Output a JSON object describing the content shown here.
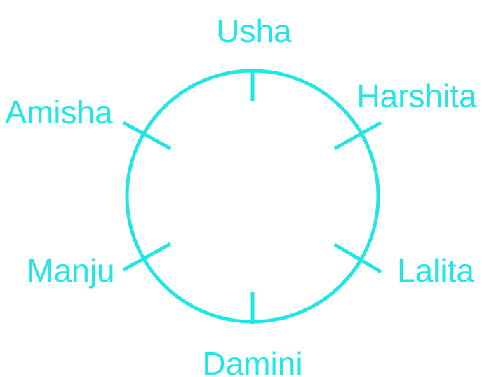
{
  "diagram": {
    "color": "#22e6e6",
    "seats": [
      {
        "name": "Usha"
      },
      {
        "name": "Harshita"
      },
      {
        "name": "Lalita"
      },
      {
        "name": "Damini"
      },
      {
        "name": "Manju"
      },
      {
        "name": "Amisha"
      }
    ]
  }
}
